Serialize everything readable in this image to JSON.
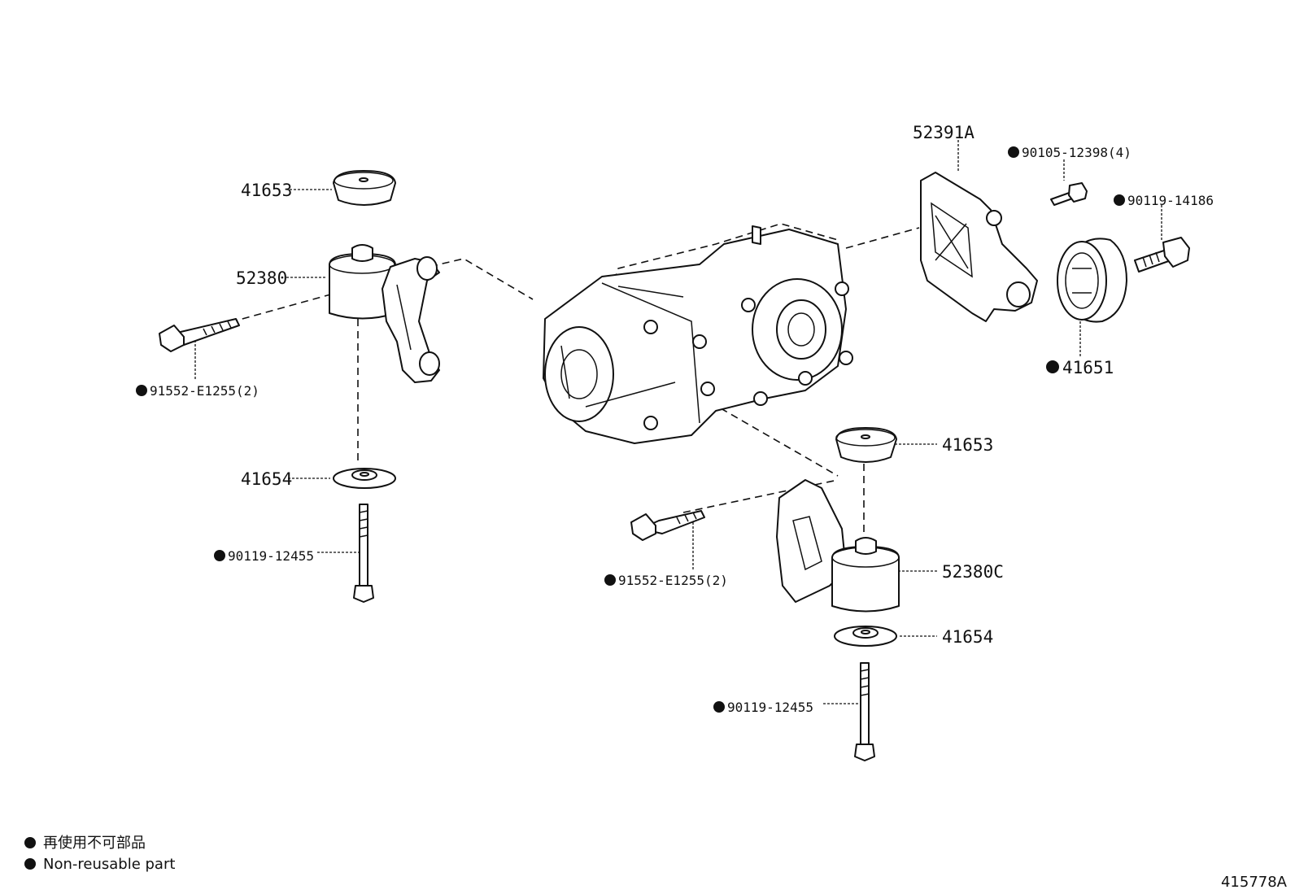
{
  "illustration_number": "415778A",
  "legend": {
    "bullet_symbol": "●",
    "line_japanese": "再使用不可部品",
    "line_english": "Non-reusable part"
  },
  "callouts": {
    "stopper_upper_left": "41653",
    "cushion_left": "52380",
    "bolt_left": "91552-E1255(2)",
    "stopper_lower_left": "41654",
    "bolt_bottom_left": "90119-12455",
    "bracket_rear": "52391A",
    "bolt_bracket": "90105-12398(4)",
    "bolt_damper": "90119-14186",
    "damper": "41651",
    "stopper_upper_right": "41653",
    "cushion_right": "52380C",
    "bolt_right": "91552-E1255(2)",
    "stopper_lower_right": "41654",
    "bolt_bottom_right": "90119-12455"
  },
  "non_reusable": {
    "bolt_left": true,
    "bolt_bottom_left": true,
    "bolt_bracket": true,
    "bolt_damper": true,
    "damper": true,
    "bolt_right": true,
    "bolt_bottom_right": true
  }
}
